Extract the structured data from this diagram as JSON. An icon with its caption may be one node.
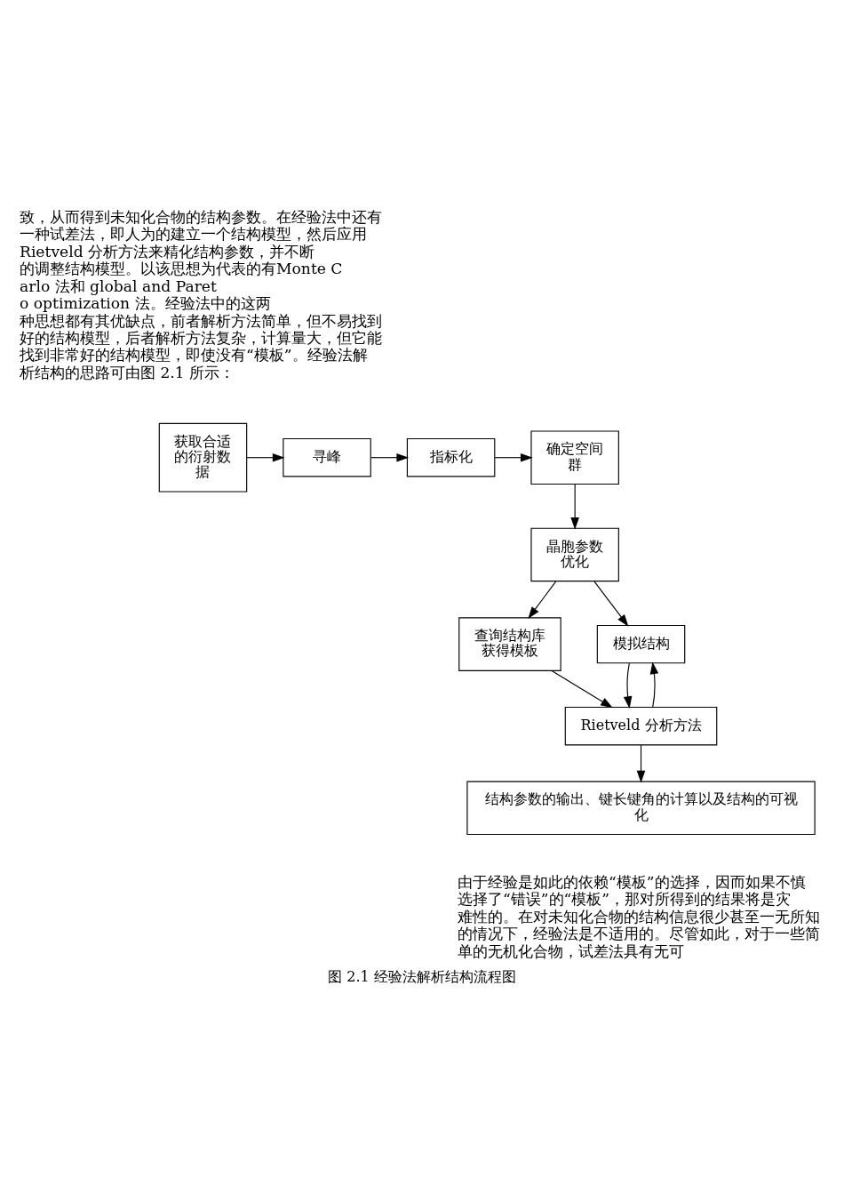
{
  "diagram": {
    "caption": "图 2.1 经验法解析结构流程图",
    "nodes": [
      {
        "text": [
          "获取合适的衍射数据"
        ]
      },
      {
        "text": [
          "寻峰"
        ]
      },
      {
        "text": [
          "指标化"
        ]
      },
      {
        "text": [
          "确定空间群"
        ]
      },
      {
        "text": [
          "晶胞参数优化"
        ]
      },
      {
        "text": [
          "查询结构库获得模板"
        ]
      },
      {
        "text": [
          "模拟结构"
        ]
      },
      {
        "text": [
          "Rietveld 分析方法"
        ]
      },
      {
        "text": [
          "结构参数的输出、键长键角的计算以及结构的可视化"
        ]
      }
    ],
    "edges": [
      {
        "from": 0,
        "to": 1,
        "arrow": "to"
      },
      {
        "from": 1,
        "to": 2,
        "arrow": "to"
      },
      {
        "from": 2,
        "to": 3,
        "arrow": "to"
      },
      {
        "from": 3,
        "to": 4,
        "arrow": "to"
      },
      {
        "from": 4,
        "to": 5,
        "arrow": "to"
      },
      {
        "from": 4,
        "to": 6,
        "arrow": "to"
      },
      {
        "from": 5,
        "to": 7,
        "arrow": "to"
      },
      {
        "from": 6,
        "to": 7,
        "arrow": "to"
      },
      {
        "from": 7,
        "to": 6,
        "arrow": "to"
      },
      {
        "from": 7,
        "to": 8,
        "arrow": "to"
      }
    ],
    "labels": [
      "致，从而得到未知化合物的结构参数。在经验法中还有一种试差法，即人为的建立一个结构模型，然后应用 Rietveld 分析方法来精化结构参数，并不断的调整结构模型。以该思想为代表的有Monte Carlo 法和 global and Pareto optimization 法。经验法中的这两种思想都有其优缺点，前者解析方法简单，但不易找到好的结构模型，后者解析方法复杂，计算量大，但它能找到非常好的结构模型，即使没有“模板”。经验法解析结构的思路可由图 2.1 所示：",
      "由于经验是如此的依赖“模板”的选择，因而如果不慎选择了“错误”的“模板”，那对所得到的结果将是灾难性的。在对未知化合物的结构信息很少甚至一无所知的情况下，经验法是不适用的。尽管如此，对于一些简单的无机化合物，试差法具有无可"
    ]
  }
}
